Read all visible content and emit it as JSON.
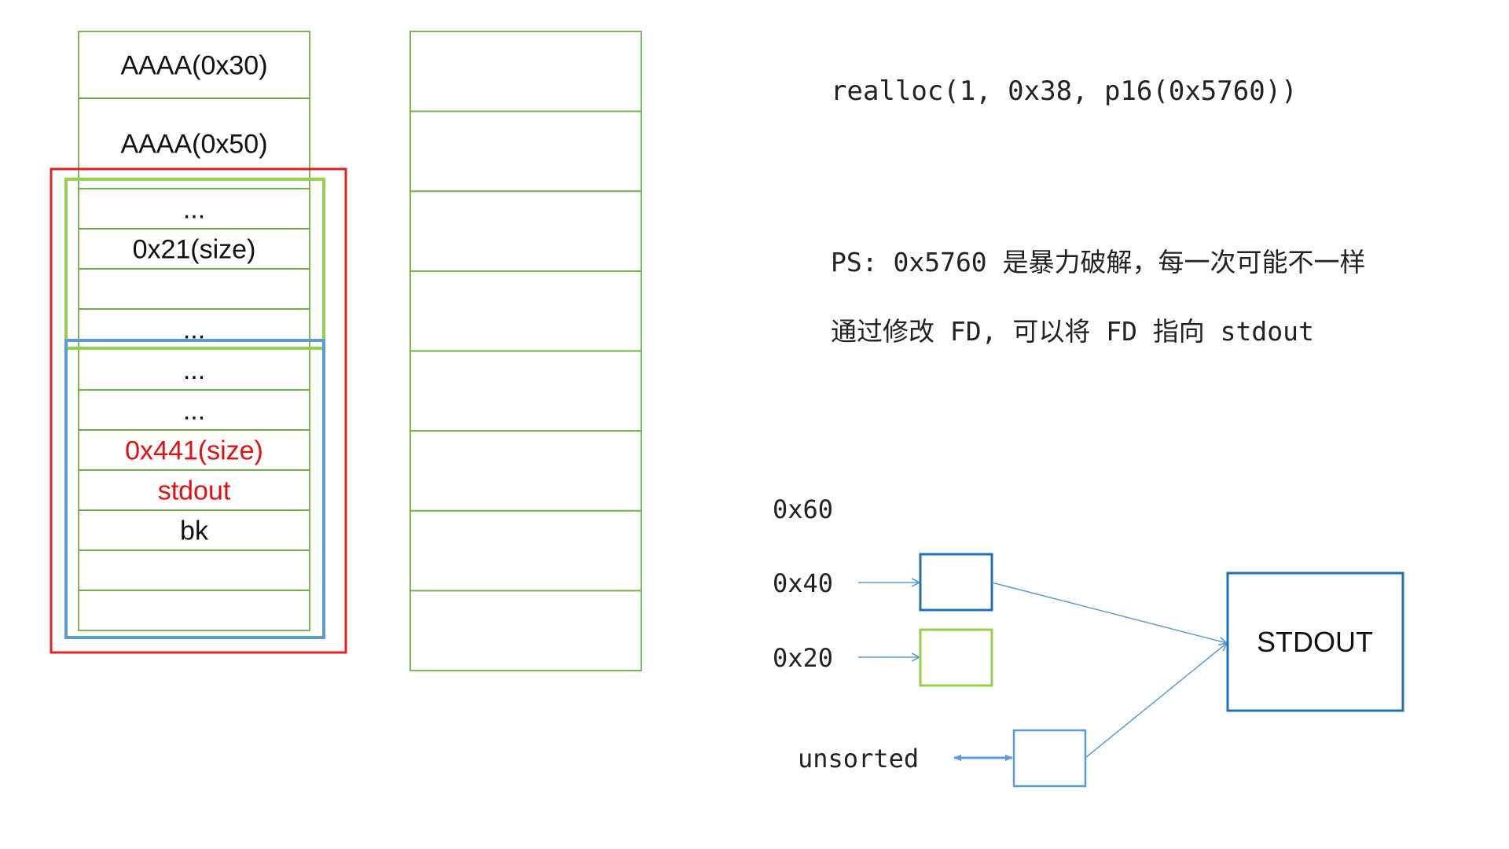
{
  "heap_column": {
    "cells": [
      {
        "text": "AAAA(0x30)",
        "color": "#111111"
      },
      {
        "text": "AAAA(0x50)",
        "color": "#111111"
      },
      {
        "text": "...",
        "color": "#111111"
      },
      {
        "text": "0x21(size)",
        "color": "#111111"
      },
      {
        "text": "",
        "color": "#111111"
      },
      {
        "text": "...",
        "color": "#111111"
      },
      {
        "text": "...",
        "color": "#111111"
      },
      {
        "text": "...",
        "color": "#111111"
      },
      {
        "text": "0x441(size)",
        "color": "#e01010"
      },
      {
        "text": "stdout",
        "color": "#e01010"
      },
      {
        "text": "bk",
        "color": "#111111"
      },
      {
        "text": "",
        "color": "#111111"
      },
      {
        "text": "",
        "color": "#111111"
      }
    ],
    "cell_border_color": "#70ad47",
    "highlights": [
      {
        "name": "red-highlight",
        "color": "#e02020"
      },
      {
        "name": "green-highlight",
        "color": "#92d050"
      },
      {
        "name": "blue-highlight",
        "color": "#5b9bd5"
      }
    ]
  },
  "empty_column": {
    "cell_count": 8,
    "border_color": "#70ad47"
  },
  "notes": {
    "code": "realloc(1, 0x38, p16(0x5760))",
    "ps": "PS: 0x5760 是暴力破解，每一次可能不一样",
    "fd": "通过修改 FD, 可以将 FD 指向 stdout"
  },
  "bins": {
    "labels": [
      "0x60",
      "0x40",
      "0x20",
      "unsorted"
    ],
    "box_colors": {
      "0x40": "#1f6fb2",
      "0x20": "#92d050",
      "unsorted": "#5b9bd5"
    },
    "arrow_color": "#5b9bd5",
    "target": "STDOUT",
    "target_color": "#1f6fb2"
  }
}
